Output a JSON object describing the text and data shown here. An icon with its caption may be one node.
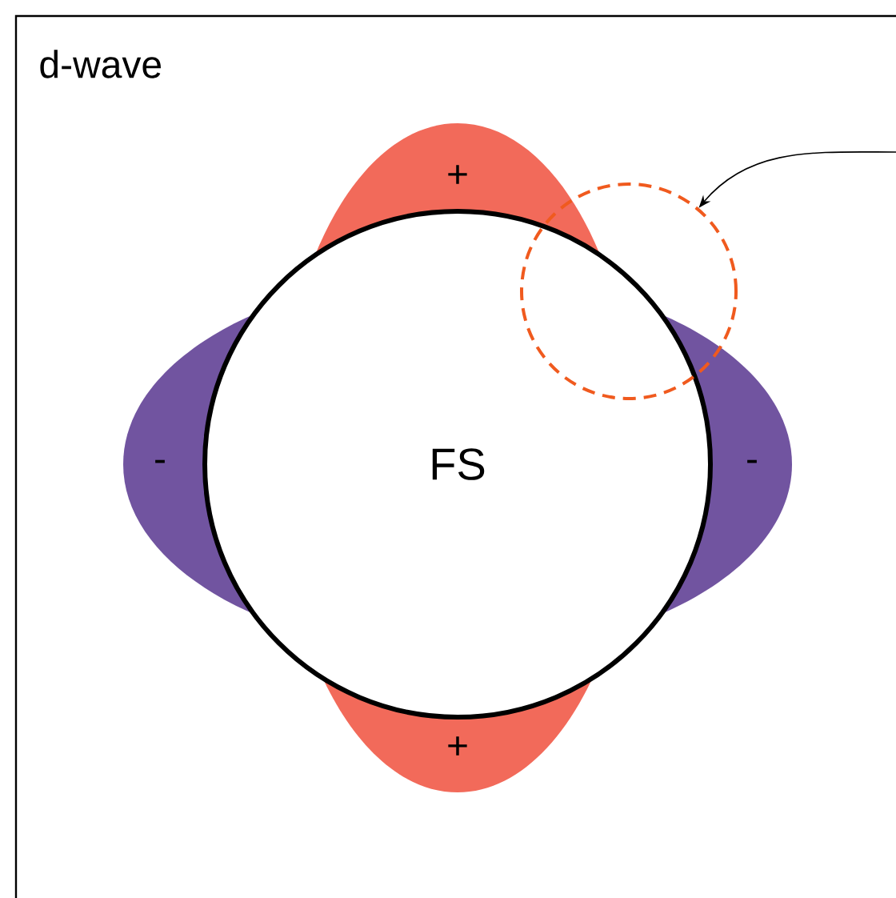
{
  "diagram": {
    "nodes": [
      {
        "text": [
          "d-wave"
        ]
      },
      {
        "text": [
          "FS"
        ],
        "in": 0
      },
      {
        "text": [],
        "shape": "circle",
        "in": 0
      }
    ],
    "edges": [
      {
        "from": null,
        "to": 2,
        "arrow": "to"
      }
    ],
    "labels": [
      "+",
      "-",
      "-",
      "+"
    ]
  }
}
